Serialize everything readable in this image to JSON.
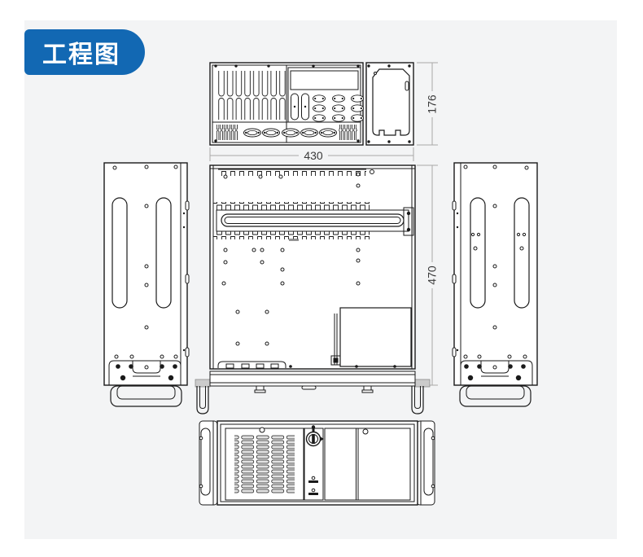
{
  "badge": {
    "label": "工程图"
  },
  "dimensions": {
    "width": "430",
    "height": "176",
    "depth": "470"
  },
  "colors": {
    "badge_blue": "#1268b3",
    "panel_gray": "#f3f4f5",
    "line_black": "#1a1a1a",
    "dimension_gray": "#a8a8a8"
  },
  "icons": {
    "key_lock": "key-lock-icon",
    "power_button": "power-button-icon",
    "reset_button": "reset-button-icon"
  }
}
